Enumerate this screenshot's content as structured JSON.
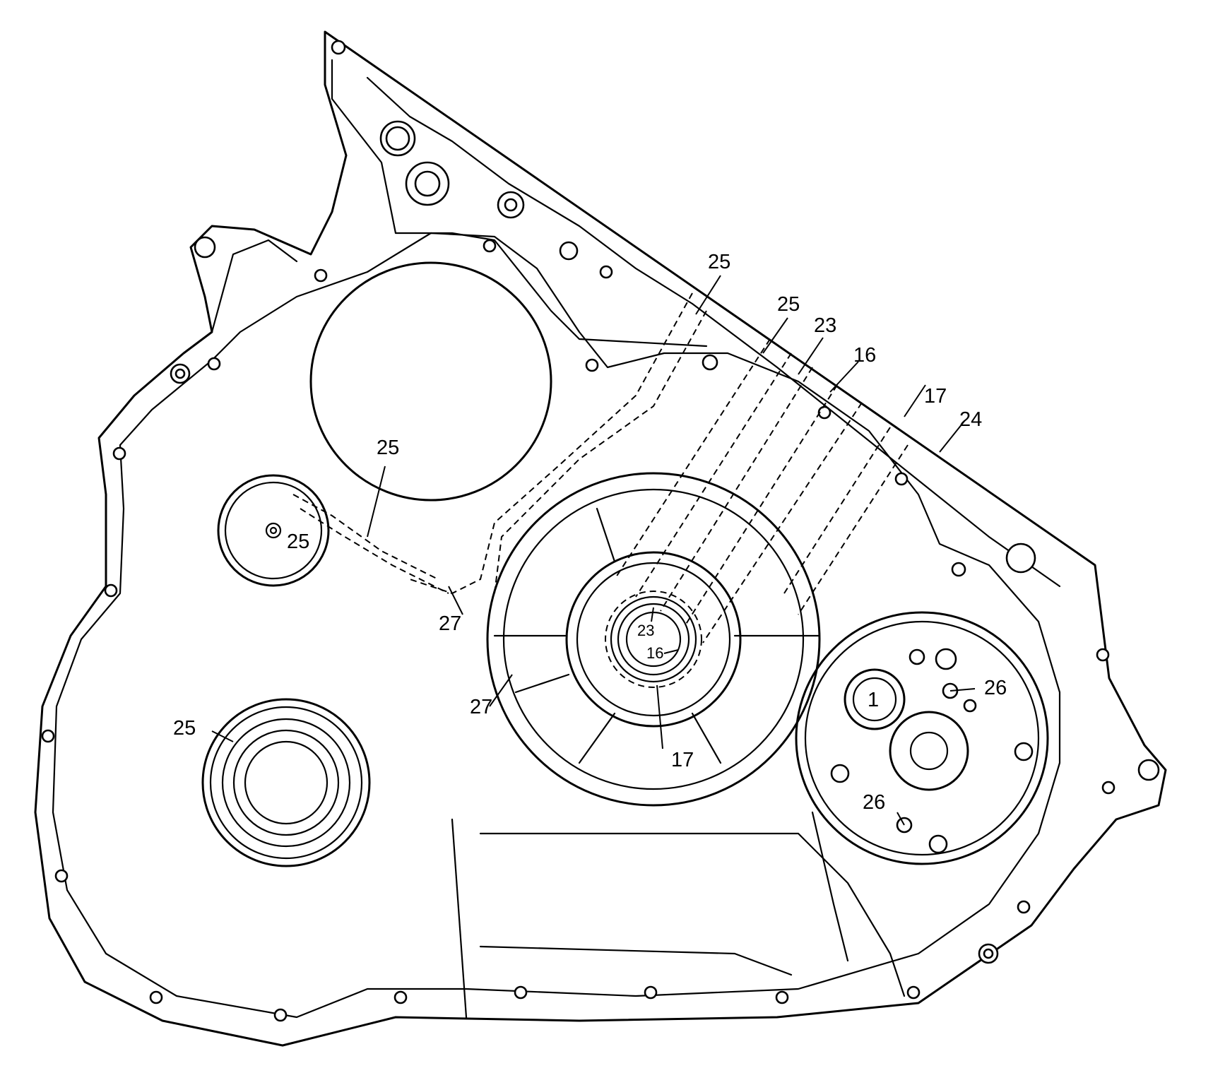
{
  "callouts": {
    "c25_top_a": "25",
    "c25_top_b": "25",
    "c23_top": "23",
    "c16_top": "16",
    "c17_top": "17",
    "c24_top": "24",
    "c25_mid": "25",
    "c25_left_plug": "25",
    "c27_upper": "27",
    "c23_center": "23",
    "c16_center": "16",
    "c27_lower": "27",
    "c17_bottom": "17",
    "c25_lower_left": "25",
    "c26_right_upper": "26",
    "c26_right_lower": "26",
    "c1_plug": "1"
  }
}
